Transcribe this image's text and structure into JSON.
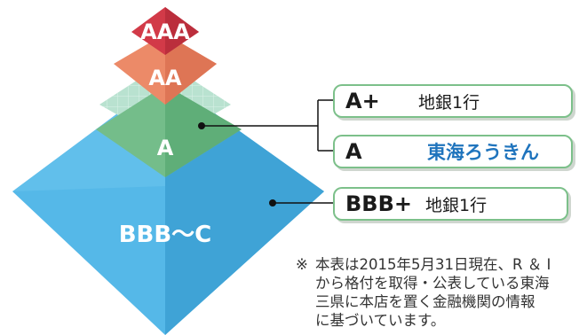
{
  "pyramid": {
    "tiers": [
      {
        "id": "aaa",
        "label": "AAA",
        "color": "#c8323f"
      },
      {
        "id": "aa",
        "label": "AA",
        "color": "#e87d5e"
      },
      {
        "id": "a",
        "label": "A",
        "color": "#6fb987"
      },
      {
        "id": "bbb_c",
        "label": "BBB〜C",
        "color": "#4db4e6"
      }
    ]
  },
  "callouts": [
    {
      "grade": "A+",
      "entity": "地銀1行",
      "highlight": false
    },
    {
      "grade": "A",
      "entity": "東海ろうきん",
      "highlight": true
    },
    {
      "grade": "BBB+",
      "entity": "地銀1行",
      "highlight": false
    }
  ],
  "note": {
    "mark": "※",
    "lines": [
      "本表は2015年5月31日現在、R ＆ I",
      "から格付を取得・公表している東海",
      "三県に本店を置く金融機関の情報",
      "に基づいています。"
    ]
  }
}
